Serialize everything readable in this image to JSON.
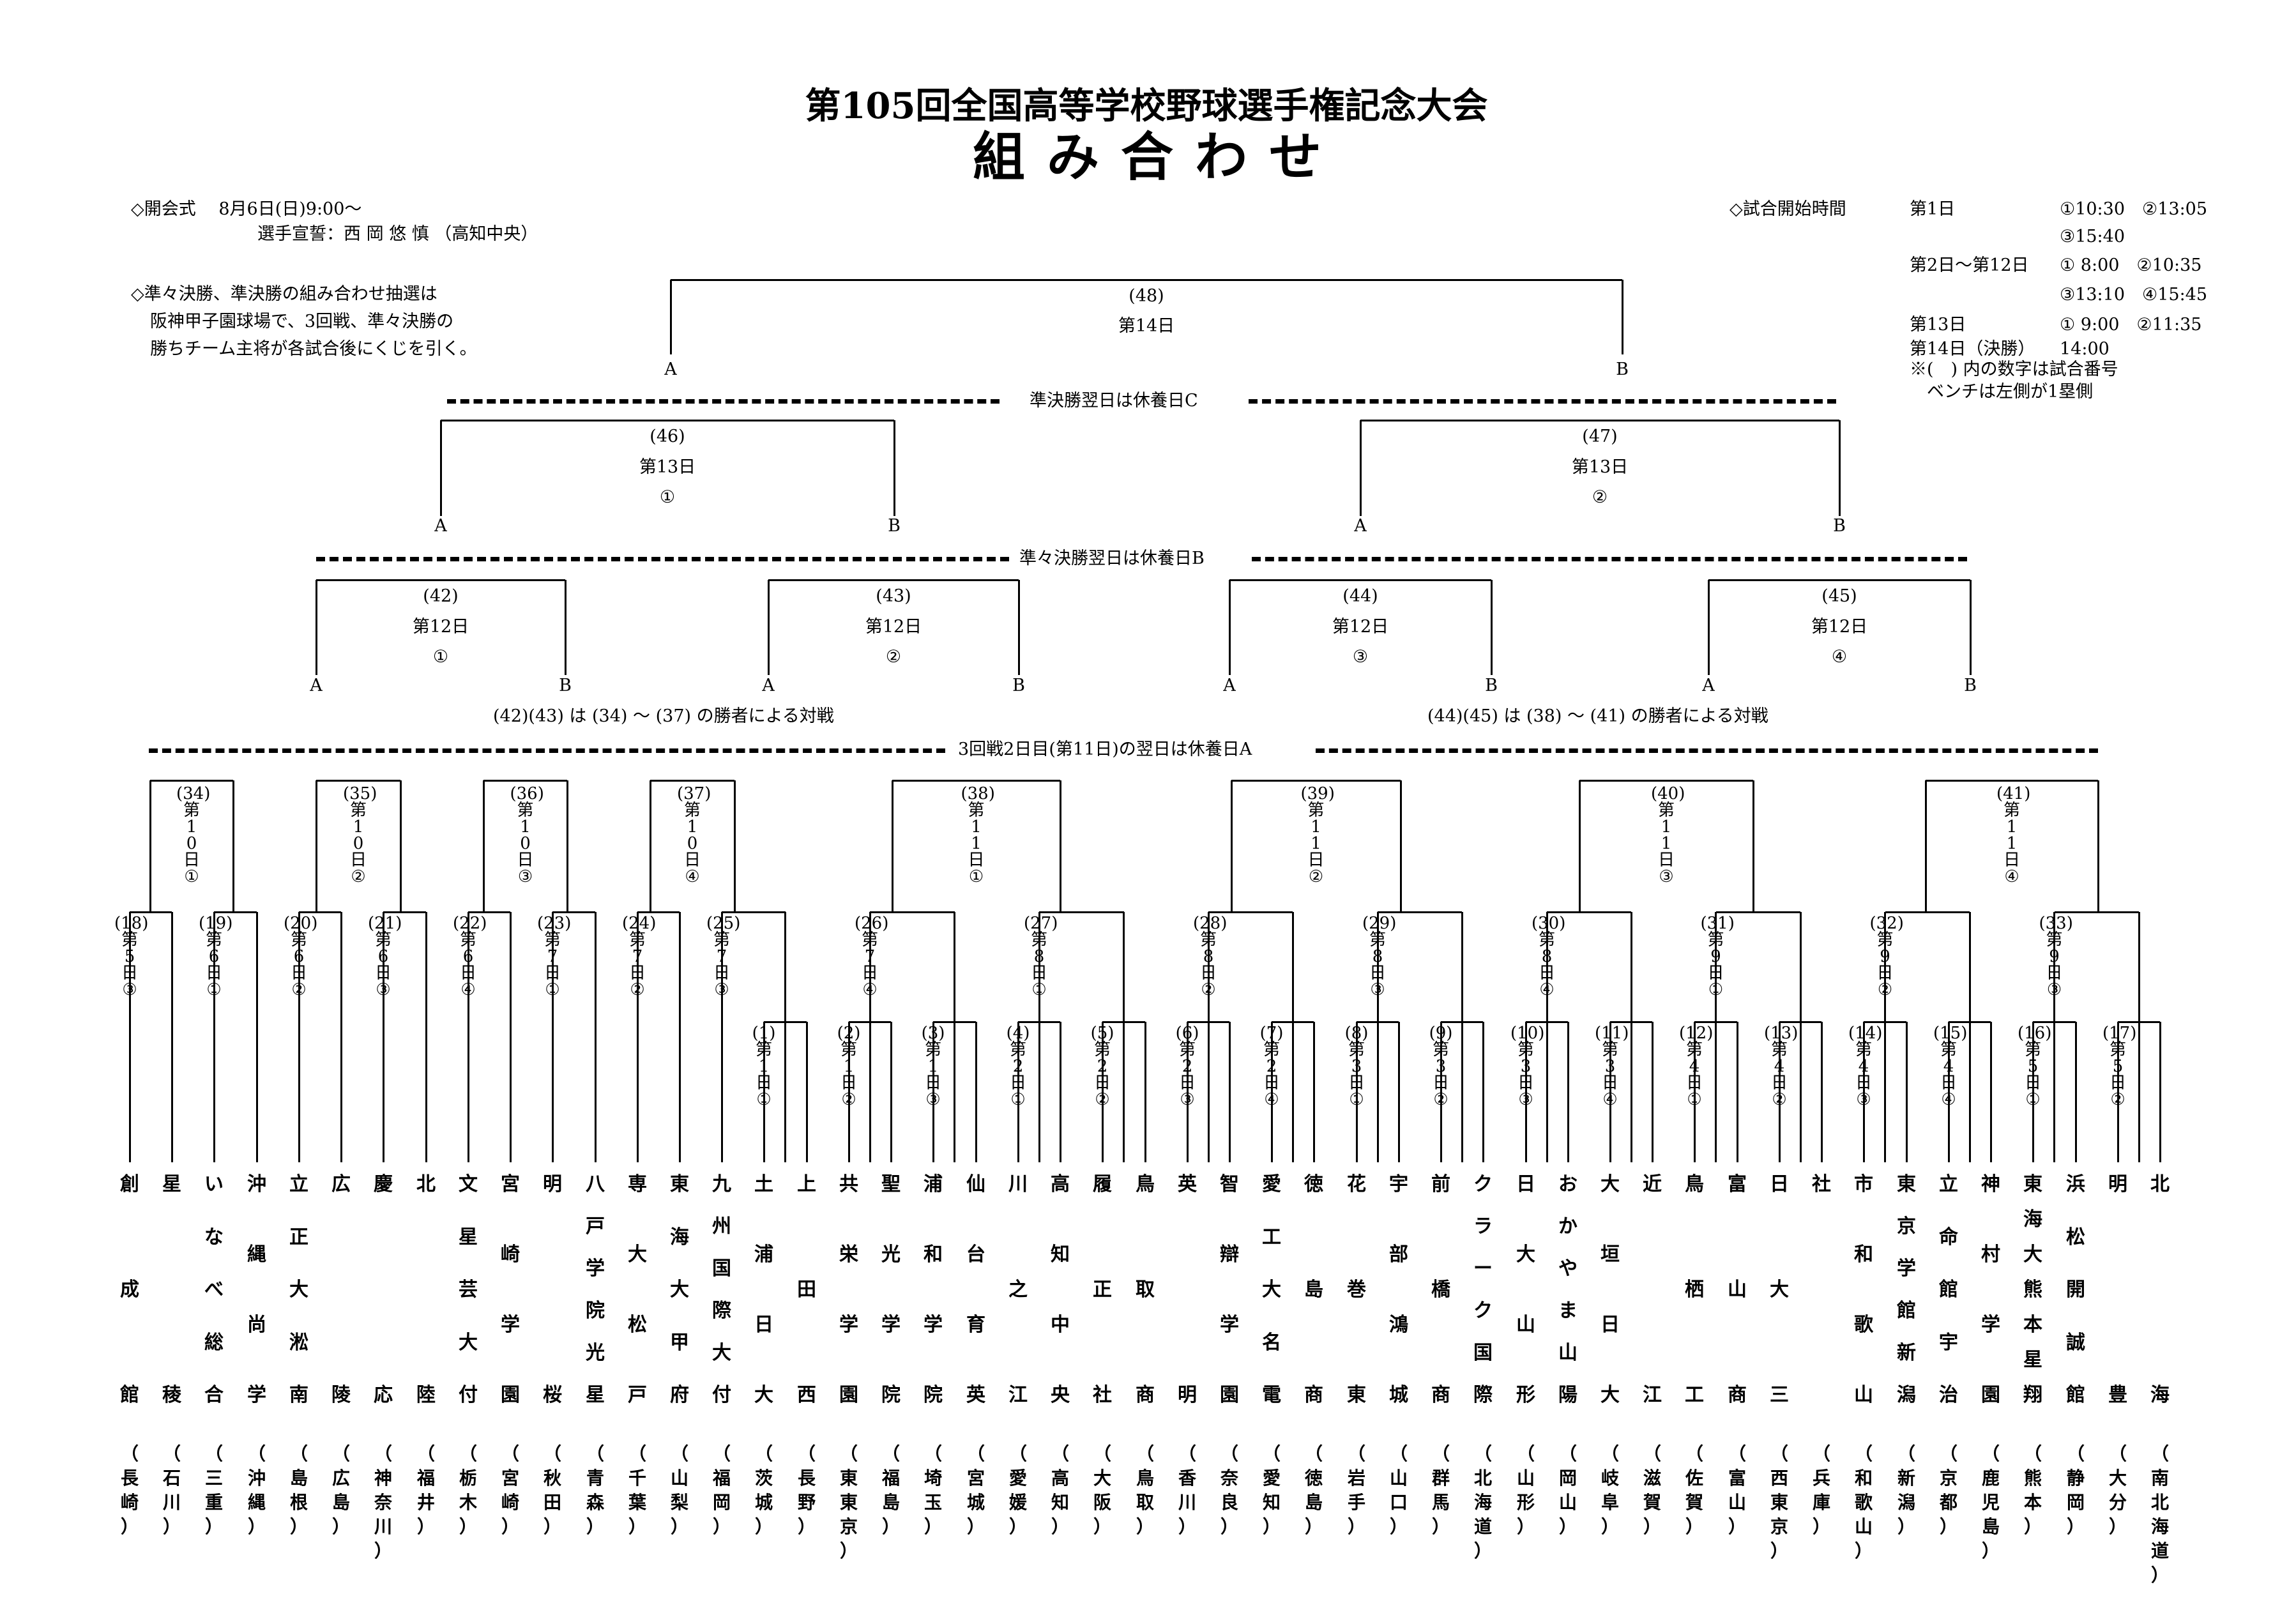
{
  "title": "第105回全国高等学校野球選手権記念大会",
  "subtitle": "組み合わせ",
  "notes_left": [
    "◇開会式　 8月6日(日)9:00～",
    "選手宣誓：西 岡 悠 慎 （高知中央）",
    "◇準々決勝、準決勝の組み合わせ抽選は",
    "阪神甲子園球場で、3回戦、準々決勝の",
    "勝ちチーム主将が各試合後にくじを引く。"
  ],
  "schedule": {
    "label": "◇試合開始時間",
    "rows": [
      [
        "第1日",
        "①10:30　②13:05"
      ],
      [
        "",
        "③15:40"
      ],
      [
        "第2日～第12日",
        "① 8:00　②10:35"
      ],
      [
        "",
        "③13:10　④15:45"
      ],
      [
        "第13日",
        "① 9:00　②11:35"
      ],
      [
        "第14日（決勝）",
        "14:00"
      ]
    ],
    "footnotes": [
      "※(　) 内の数字は試合番号",
      "　ベンチは左側が1塁側"
    ]
  },
  "rest_days": [
    "準決勝翌日は休養日C",
    "準々決勝翌日は休養日B",
    "3回戦2日目(第11日)の翌日は休養日A"
  ],
  "qf_notes": [
    "(42)(43) は (34) ～ (37) の勝者による対戦",
    "(44)(45) は (38) ～ (41) の勝者による対戦"
  ],
  "final": {
    "no": "(48)",
    "day": "第14日",
    "a": "A",
    "b": "B"
  },
  "semis": [
    {
      "no": "(46)",
      "day": "第13日",
      "slot": "①"
    },
    {
      "no": "(47)",
      "day": "第13日",
      "slot": "②"
    }
  ],
  "qf": [
    {
      "no": "(42)",
      "day": "第12日",
      "slot": "①"
    },
    {
      "no": "(43)",
      "day": "第12日",
      "slot": "②"
    },
    {
      "no": "(44)",
      "day": "第12日",
      "slot": "③"
    },
    {
      "no": "(45)",
      "day": "第12日",
      "slot": "④"
    }
  ],
  "third_round": [
    {
      "no": "(34)",
      "day": "第10日",
      "slot": "①"
    },
    {
      "no": "(35)",
      "day": "第10日",
      "slot": "②"
    },
    {
      "no": "(36)",
      "day": "第10日",
      "slot": "③"
    },
    {
      "no": "(37)",
      "day": "第10日",
      "slot": "④"
    },
    {
      "no": "(38)",
      "day": "第11日",
      "slot": "①"
    },
    {
      "no": "(39)",
      "day": "第11日",
      "slot": "②"
    },
    {
      "no": "(40)",
      "day": "第11日",
      "slot": "③"
    },
    {
      "no": "(41)",
      "day": "第11日",
      "slot": "④"
    }
  ],
  "second_round": [
    {
      "no": "(18)",
      "day": "第5日",
      "slot": "③"
    },
    {
      "no": "(19)",
      "day": "第6日",
      "slot": "①"
    },
    {
      "no": "(20)",
      "day": "第6日",
      "slot": "②"
    },
    {
      "no": "(21)",
      "day": "第6日",
      "slot": "③"
    },
    {
      "no": "(22)",
      "day": "第6日",
      "slot": "④"
    },
    {
      "no": "(23)",
      "day": "第7日",
      "slot": "①"
    },
    {
      "no": "(24)",
      "day": "第7日",
      "slot": "②"
    },
    {
      "no": "(25)",
      "day": "第7日",
      "slot": "③"
    },
    {
      "no": "(26)",
      "day": "第7日",
      "slot": "④"
    },
    {
      "no": "(27)",
      "day": "第8日",
      "slot": "①"
    },
    {
      "no": "(28)",
      "day": "第8日",
      "slot": "②"
    },
    {
      "no": "(29)",
      "day": "第8日",
      "slot": "③"
    },
    {
      "no": "(30)",
      "day": "第8日",
      "slot": "④"
    },
    {
      "no": "(31)",
      "day": "第9日",
      "slot": "①"
    },
    {
      "no": "(32)",
      "day": "第9日",
      "slot": "②"
    },
    {
      "no": "(33)",
      "day": "第9日",
      "slot": "③"
    }
  ],
  "first_round": [
    {
      "no": "(1)",
      "day": "第1日",
      "slot": "①"
    },
    {
      "no": "(2)",
      "day": "第1日",
      "slot": "②"
    },
    {
      "no": "(3)",
      "day": "第1日",
      "slot": "③"
    },
    {
      "no": "(4)",
      "day": "第2日",
      "slot": "①"
    },
    {
      "no": "(5)",
      "day": "第2日",
      "slot": "②"
    },
    {
      "no": "(6)",
      "day": "第2日",
      "slot": "③"
    },
    {
      "no": "(7)",
      "day": "第2日",
      "slot": "④"
    },
    {
      "no": "(8)",
      "day": "第3日",
      "slot": "①"
    },
    {
      "no": "(9)",
      "day": "第3日",
      "slot": "②"
    },
    {
      "no": "(10)",
      "day": "第3日",
      "slot": "③"
    },
    {
      "no": "(11)",
      "day": "第3日",
      "slot": "④"
    },
    {
      "no": "(12)",
      "day": "第4日",
      "slot": "①"
    },
    {
      "no": "(13)",
      "day": "第4日",
      "slot": "②"
    },
    {
      "no": "(14)",
      "day": "第4日",
      "slot": "③"
    },
    {
      "no": "(15)",
      "day": "第4日",
      "slot": "④"
    },
    {
      "no": "(16)",
      "day": "第5日",
      "slot": "①"
    },
    {
      "no": "(17)",
      "day": "第5日",
      "slot": "②"
    }
  ],
  "teams": [
    {
      "name": "創成館",
      "pref": "長崎"
    },
    {
      "name": "星稜",
      "pref": "石川"
    },
    {
      "name": "いなべ総合",
      "pref": "三重"
    },
    {
      "name": "沖縄尚学",
      "pref": "沖縄"
    },
    {
      "name": "立正大淞南",
      "pref": "島根"
    },
    {
      "name": "広陵",
      "pref": "広島"
    },
    {
      "name": "慶応",
      "pref": "神奈川"
    },
    {
      "name": "北陸",
      "pref": "福井"
    },
    {
      "name": "文星芸大付",
      "pref": "栃木"
    },
    {
      "name": "宮崎学園",
      "pref": "宮崎"
    },
    {
      "name": "明桜",
      "pref": "秋田"
    },
    {
      "name": "八戸学院光星",
      "pref": "青森"
    },
    {
      "name": "専大松戸",
      "pref": "千葉"
    },
    {
      "name": "東海大甲府",
      "pref": "山梨"
    },
    {
      "name": "九州国際大付",
      "pref": "福岡"
    },
    {
      "name": "土浦日大",
      "pref": "茨城"
    },
    {
      "name": "上田西",
      "pref": "長野"
    },
    {
      "name": "共栄学園",
      "pref": "東東京"
    },
    {
      "name": "聖光学院",
      "pref": "福島"
    },
    {
      "name": "浦和学院",
      "pref": "埼玉"
    },
    {
      "name": "仙台育英",
      "pref": "宮城"
    },
    {
      "name": "川之江",
      "pref": "愛媛"
    },
    {
      "name": "高知中央",
      "pref": "高知"
    },
    {
      "name": "履正社",
      "pref": "大阪"
    },
    {
      "name": "鳥取商",
      "pref": "鳥取"
    },
    {
      "name": "英明",
      "pref": "香川"
    },
    {
      "name": "智辯学園",
      "pref": "奈良"
    },
    {
      "name": "愛工大名電",
      "pref": "愛知"
    },
    {
      "name": "徳島商",
      "pref": "徳島"
    },
    {
      "name": "花巻東",
      "pref": "岩手"
    },
    {
      "name": "宇部鴻城",
      "pref": "山口"
    },
    {
      "name": "前橋商",
      "pref": "群馬"
    },
    {
      "name": "クラーク国際",
      "pref": "北海道"
    },
    {
      "name": "日大山形",
      "pref": "山形"
    },
    {
      "name": "おかやま山陽",
      "pref": "岡山"
    },
    {
      "name": "大垣日大",
      "pref": "岐阜"
    },
    {
      "name": "近江",
      "pref": "滋賀"
    },
    {
      "name": "鳥栖工",
      "pref": "佐賀"
    },
    {
      "name": "富山商",
      "pref": "富山"
    },
    {
      "name": "日大三",
      "pref": "西東京"
    },
    {
      "name": "社",
      "pref": "兵庫"
    },
    {
      "name": "市和歌山",
      "pref": "和歌山"
    },
    {
      "name": "東京学館新潟",
      "pref": "新潟"
    },
    {
      "name": "立命館宇治",
      "pref": "京都"
    },
    {
      "name": "神村学園",
      "pref": "鹿児島"
    },
    {
      "name": "東海大熊本星翔",
      "pref": "熊本"
    },
    {
      "name": "浜松開誠館",
      "pref": "静岡"
    },
    {
      "name": "明豊",
      "pref": "大分"
    },
    {
      "name": "北海",
      "pref": "南北海道"
    }
  ]
}
